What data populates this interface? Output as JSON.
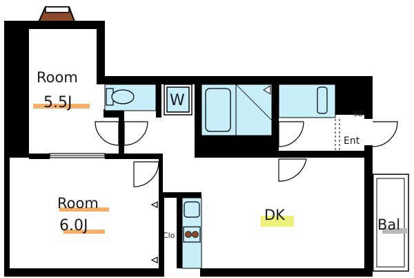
{
  "rooms": {
    "room_a": {
      "name": "Room",
      "size": "5.5J"
    },
    "room_b": {
      "name": "Room",
      "size": "6.0J"
    },
    "dk": "DK",
    "entrance": "Ent",
    "balcony": "Bal",
    "closet": "Clo",
    "shoe_box": "SB",
    "washer": "W"
  },
  "colors": {
    "wall": "#000000",
    "fixture": "#c8eefa",
    "room_label_highlight": "#f4b06b",
    "dk_highlight": "#ecf07a",
    "balcony_label_highlight": "#b8b8b8",
    "window_frame": "#8b4a2c"
  }
}
